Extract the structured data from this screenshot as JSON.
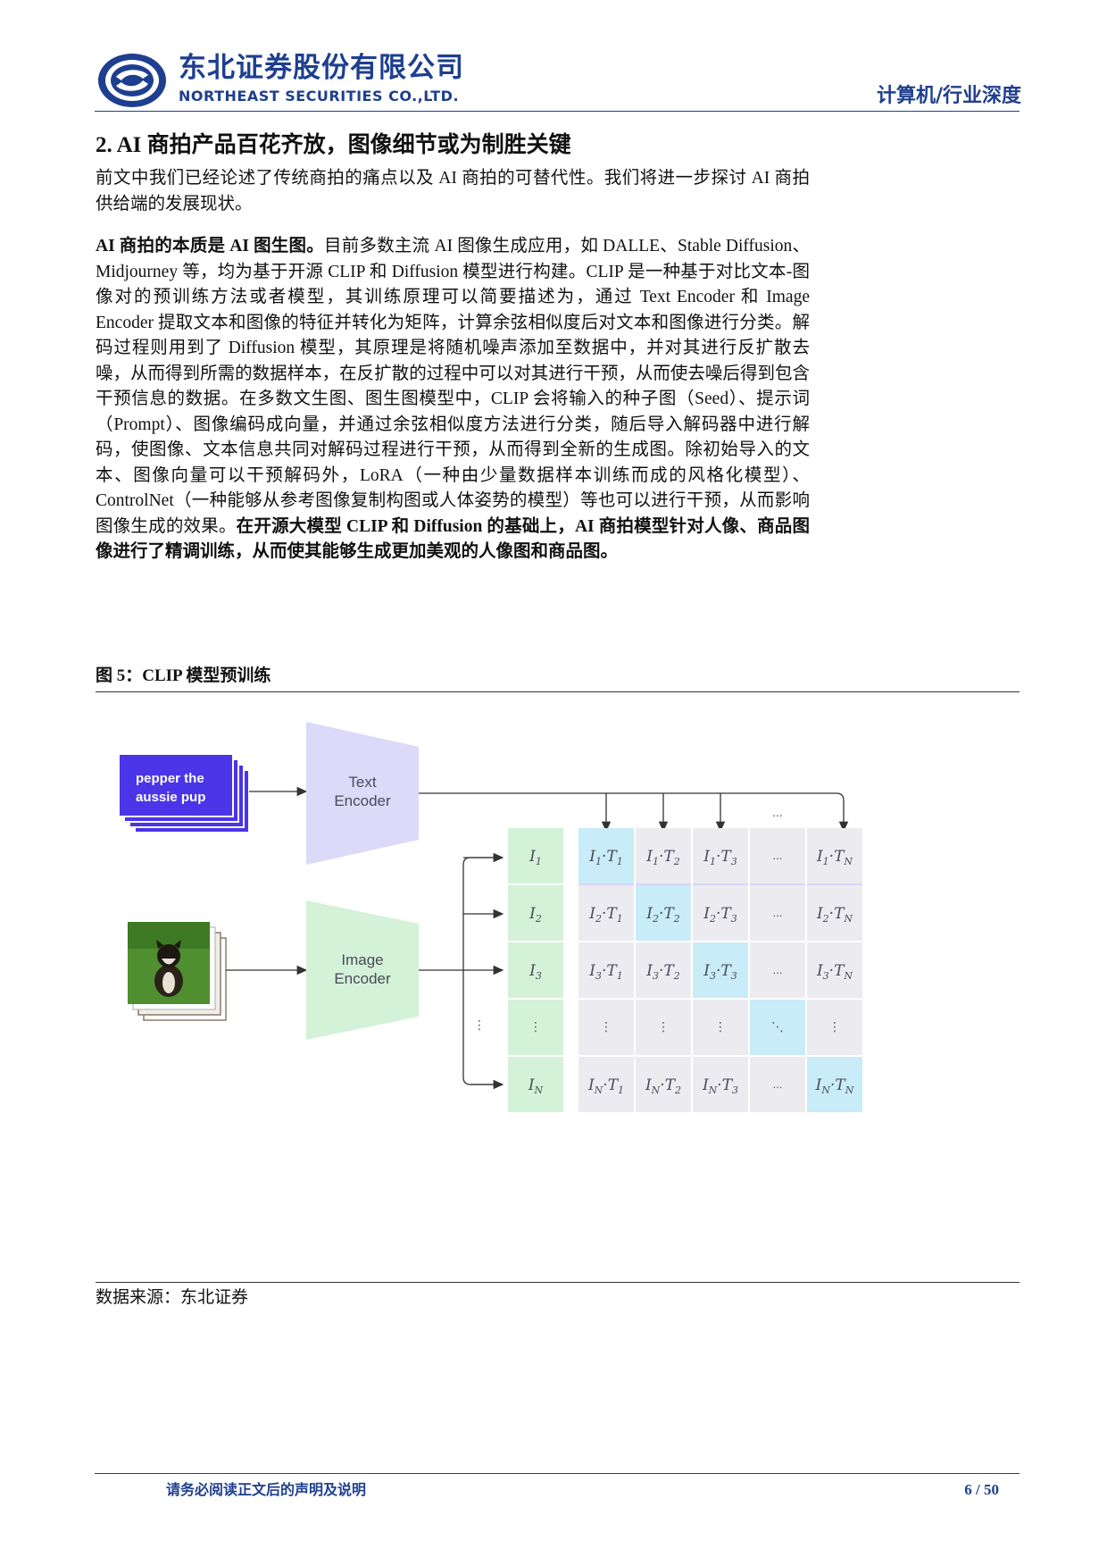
{
  "header": {
    "company_cn": "东北证券股份有限公司",
    "company_en": "NORTHEAST SECURITIES CO.,LTD.",
    "section_tag": "计算机/行业深度"
  },
  "heading": "2.  AI 商拍产品百花齐放，图像细节或为制胜关键",
  "paragraphs": {
    "p1": "前文中我们已经论述了传统商拍的痛点以及 AI 商拍的可替代性。我们将进一步探讨 AI 商拍供给端的发展现状。",
    "p2_lead": "AI 商拍的本质是 AI 图生图。",
    "p2_body": "目前多数主流 AI 图像生成应用，如 DALLE、Stable Diffusion、Midjourney 等，均为基于开源 CLIP 和 Diffusion 模型进行构建。CLIP 是一种基于对比文本-图像对的预训练方法或者模型，其训练原理可以简要描述为，通过 Text Encoder 和 Image Encoder 提取文本和图像的特征并转化为矩阵，计算余弦相似度后对文本和图像进行分类。解码过程则用到了 Diffusion 模型，其原理是将随机噪声添加至数据中，并对其进行反扩散去噪，从而得到所需的数据样本，在反扩散的过程中可以对其进行干预，从而使去噪后得到包含干预信息的数据。在多数文生图、图生图模型中，CLIP 会将输入的种子图（Seed）、提示词（Prompt）、图像编码成向量，并通过余弦相似度方法进行分类，随后导入解码器中进行解码，使图像、文本信息共同对解码过程进行干预，从而得到全新的生成图。除初始导入的文本、图像向量可以干预解码外，LoRA（一种由少量数据样本训练而成的风格化模型）、ControlNet（一种能够从参考图像复制构图或人体姿势的模型）等也可以进行干预，从而影响图像生成的效果。",
    "p2_bold_end": "在开源大模型 CLIP 和 Diffusion 的基础上，AI 商拍模型针对人像、商品图像进行了精调训练，从而使其能够生成更加美观的人像图和商品图。"
  },
  "figure": {
    "title": "图  5：CLIP 模型预训练",
    "source": "数据来源：东北证券",
    "text_input": [
      "pepper the",
      "aussie pup"
    ],
    "text_encoder": [
      "Text",
      "Encoder"
    ],
    "image_encoder": [
      "Image",
      "Encoder"
    ],
    "ellipsis": "...",
    "vdots": "⋮",
    "ddots": "⋱",
    "colors": {
      "text_input": "#4a35e8",
      "text_encoder": "#ddd9f8",
      "t_cell": "#d9d3f7",
      "image_encoder": "#d4f2d8",
      "i_cell": "#d4f2d8",
      "matrix_cell": "#ececf0",
      "diagonal_cell": "#c8ecf8"
    }
  },
  "footer": {
    "note": "请务必阅读正文后的声明及说明",
    "page": "6 / 50"
  }
}
